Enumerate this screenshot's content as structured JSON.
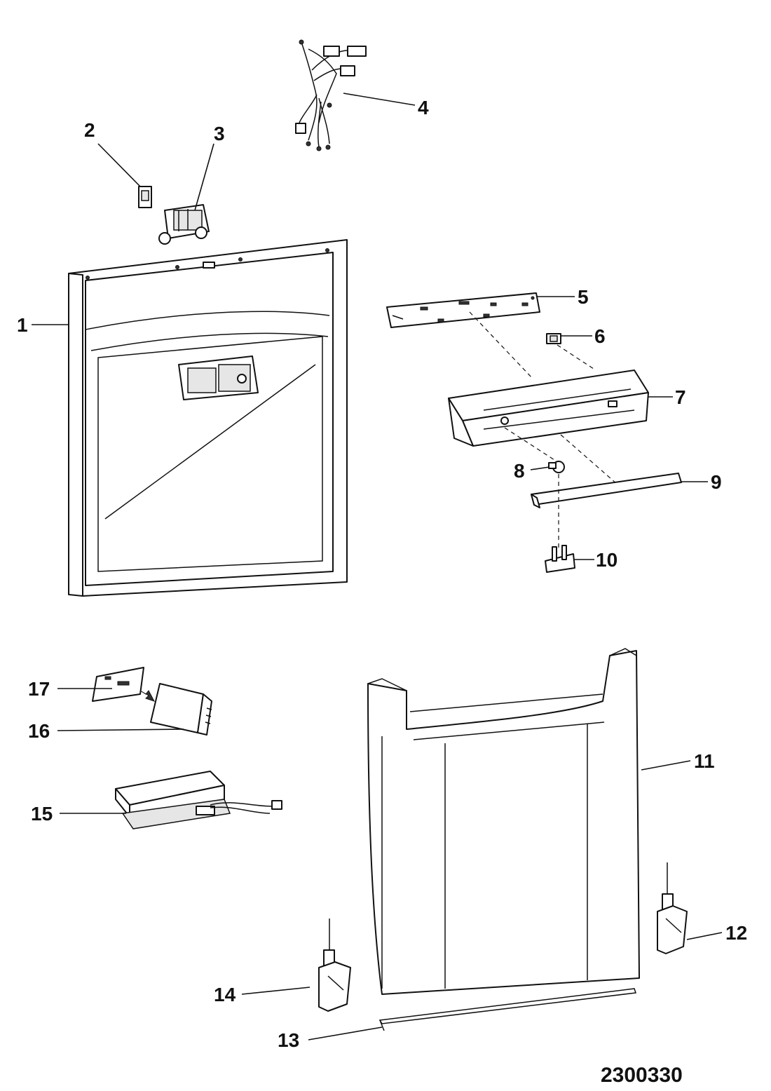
{
  "diagram": {
    "reference_number": "2300330",
    "callouts": [
      {
        "id": "1",
        "label": "1"
      },
      {
        "id": "2",
        "label": "2"
      },
      {
        "id": "3",
        "label": "3"
      },
      {
        "id": "4",
        "label": "4"
      },
      {
        "id": "5",
        "label": "5"
      },
      {
        "id": "6",
        "label": "6"
      },
      {
        "id": "7",
        "label": "7"
      },
      {
        "id": "8",
        "label": "8"
      },
      {
        "id": "9",
        "label": "9"
      },
      {
        "id": "10",
        "label": "10"
      },
      {
        "id": "11",
        "label": "11"
      },
      {
        "id": "12",
        "label": "12"
      },
      {
        "id": "13",
        "label": "13"
      },
      {
        "id": "14",
        "label": "14"
      },
      {
        "id": "15",
        "label": "15"
      },
      {
        "id": "16",
        "label": "16"
      },
      {
        "id": "17",
        "label": "17"
      }
    ]
  }
}
